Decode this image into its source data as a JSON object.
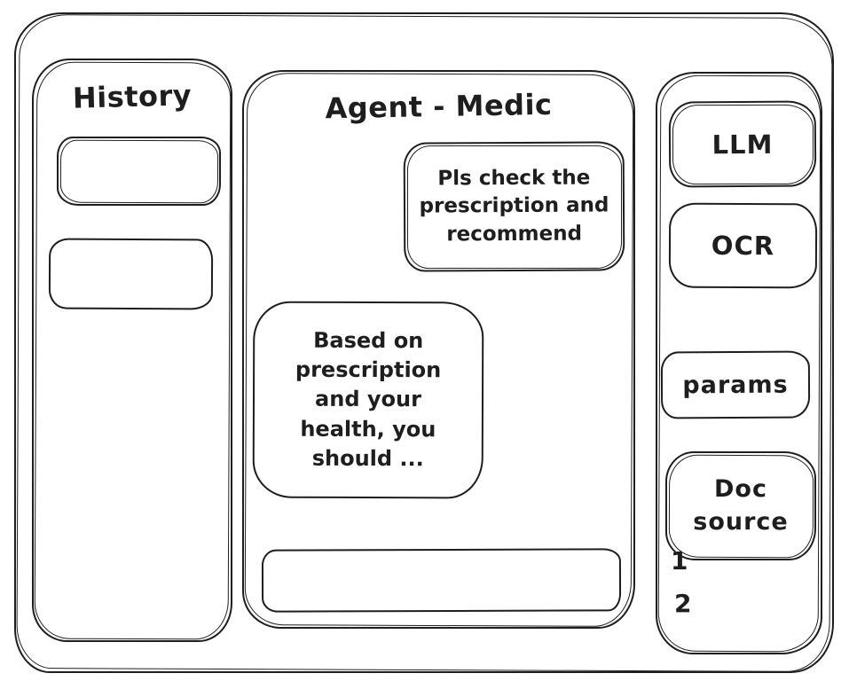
{
  "colors": {
    "stroke": "#1e1e1e",
    "background": "#ffffff"
  },
  "history_panel": {
    "title": "History",
    "items": [
      {
        "label": ""
      },
      {
        "label": ""
      }
    ]
  },
  "chat_panel": {
    "title": "Agent - Medic",
    "messages": [
      {
        "role": "user",
        "text": "Pls check the prescription and recommend"
      },
      {
        "role": "agent",
        "text": "Based on prescription and your health, you should ..."
      }
    ],
    "input": {
      "value": "",
      "placeholder": ""
    }
  },
  "tools_panel": {
    "llm_label": "LLM",
    "ocr_label": "OCR",
    "params_label": "params",
    "doc_source_label": "Doc source",
    "doc_source_items": [
      "1",
      "2"
    ]
  }
}
